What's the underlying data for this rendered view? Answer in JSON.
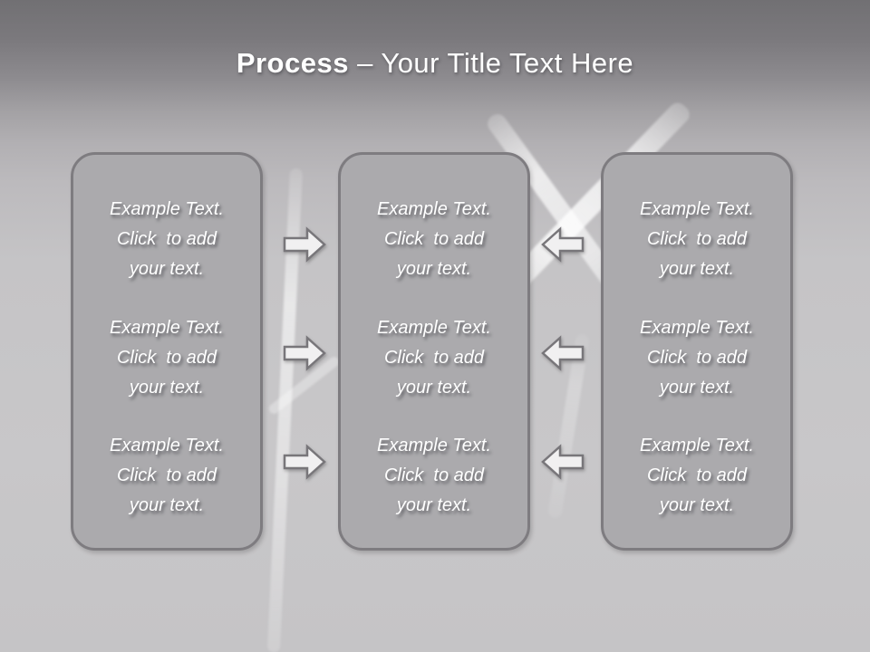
{
  "title": {
    "bold_part": "Process",
    "regular_part": " – Your Title Text Here"
  },
  "columns": [
    {
      "name": "column-1",
      "blocks": [
        "Example Text.\nClick  to add\nyour text.",
        "Example Text.\nClick  to add\nyour text.",
        "Example Text.\nClick  to add\nyour text."
      ]
    },
    {
      "name": "column-2",
      "blocks": [
        "Example Text.\nClick  to add\nyour text.",
        "Example Text.\nClick  to add\nyour text.",
        "Example Text.\nClick  to add\nyour text."
      ]
    },
    {
      "name": "column-3",
      "blocks": [
        "Example Text.\nClick  to add\nyour text.",
        "Example Text.\nClick  to add\nyour text.",
        "Example Text.\nClick  to add\nyour text."
      ]
    }
  ],
  "arrows": {
    "right": {
      "icon": "block-arrow-right-icon",
      "count": 3
    },
    "left": {
      "icon": "block-arrow-left-icon",
      "count": 3
    }
  },
  "colors": {
    "background_top": "#717073",
    "background_bottom": "#c6c5c7",
    "panel_fill": "#abaaad",
    "panel_border": "#7e7c80",
    "arrow_fill": "#f1f0f1",
    "arrow_border": "#78767a",
    "title_color": "#ffffff",
    "body_text_color": "#ffffff",
    "chalk_color": "#ffffff"
  }
}
